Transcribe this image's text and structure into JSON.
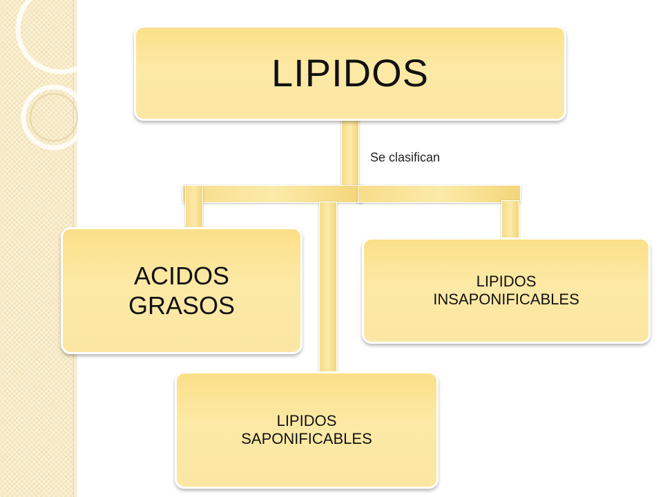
{
  "diagram": {
    "root": {
      "label": "LIPIDOS"
    },
    "relation_label": "Se clasifican",
    "children": [
      {
        "label": "ACIDOS\nGRASOS"
      },
      {
        "label": "LIPIDOS\nSAPONIFICABLES"
      },
      {
        "label": "LIPIDOS\nINSAPONIFICABLES"
      }
    ]
  },
  "colors": {
    "node_fill": "#fde9a6",
    "node_border": "#ffffff",
    "side_strip": "#f3e3b6"
  }
}
